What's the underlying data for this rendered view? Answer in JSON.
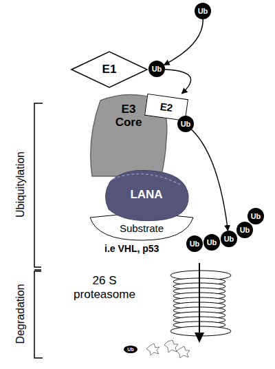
{
  "diagram": {
    "nodes": [
      {
        "text": [
          "Ub"
        ]
      },
      {
        "text": [
          "E1"
        ]
      },
      {
        "text": [
          "Ub"
        ]
      },
      {
        "text": [
          "E3 Core"
        ]
      },
      {
        "text": [
          "E2"
        ]
      },
      {
        "text": [
          "Ub"
        ]
      },
      {
        "text": [
          "LANA"
        ]
      },
      {
        "text": [
          "Substrate"
        ]
      },
      {
        "text": [
          "Ub"
        ]
      },
      {
        "text": [
          "Ub"
        ]
      },
      {
        "text": [
          "Ub"
        ]
      },
      {
        "text": [
          "Ub"
        ]
      },
      {
        "text": [
          "Ub"
        ]
      },
      {
        "text": [
          "Ub"
        ]
      }
    ],
    "edges": [
      {
        "from": 0,
        "to": 2,
        "arrow": "to"
      },
      {
        "from": 2,
        "to": 4,
        "arrow": "to"
      },
      {
        "from": 5,
        "to": 10,
        "arrow": "to"
      }
    ],
    "labels": [
      "i.e VHL, p53",
      "Ubiquitylation",
      "Degradation",
      "26 S proteasome"
    ]
  }
}
